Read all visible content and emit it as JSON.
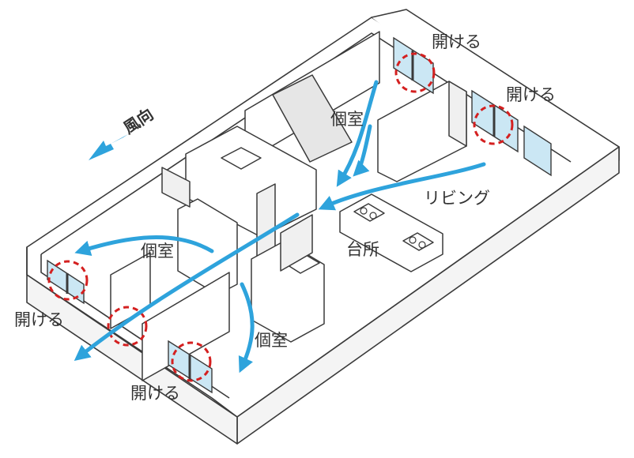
{
  "wind": {
    "label": "風向"
  },
  "rooms": {
    "private_top": "個室",
    "private_left": "個室",
    "private_bottom": "個室",
    "living": "リビング",
    "kitchen": "台所"
  },
  "windows": {
    "top_right_a": "開ける",
    "top_right_b": "開ける",
    "left": "開ける",
    "bottom": "開ける"
  },
  "colors": {
    "airflow": "#2ea3dc",
    "window_marker": "#d42020",
    "glass": "#cbe7f4",
    "wall_top": "#ffffff",
    "wall_side": "#f1f1f1",
    "line": "#3a3a3a"
  }
}
